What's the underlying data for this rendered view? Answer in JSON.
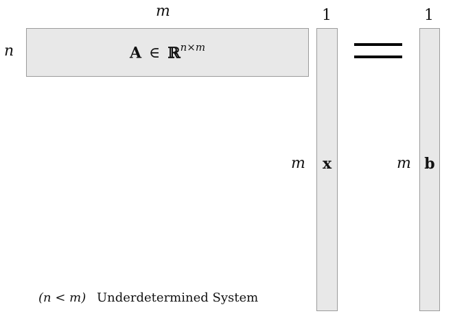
{
  "matrix_a": {
    "rows_label": "n",
    "cols_label": "m",
    "symbol": "A",
    "membership": "∈",
    "set_symbol": "ℝ",
    "dimension_sup": "n×m"
  },
  "vector_x": {
    "symbol": "x",
    "rows_label": "m",
    "cols_label": "1"
  },
  "vector_b": {
    "symbol": "b",
    "rows_label": "m",
    "cols_label": "1"
  },
  "caption": {
    "condition": "(n < m)",
    "text": "Underdetermined System"
  }
}
